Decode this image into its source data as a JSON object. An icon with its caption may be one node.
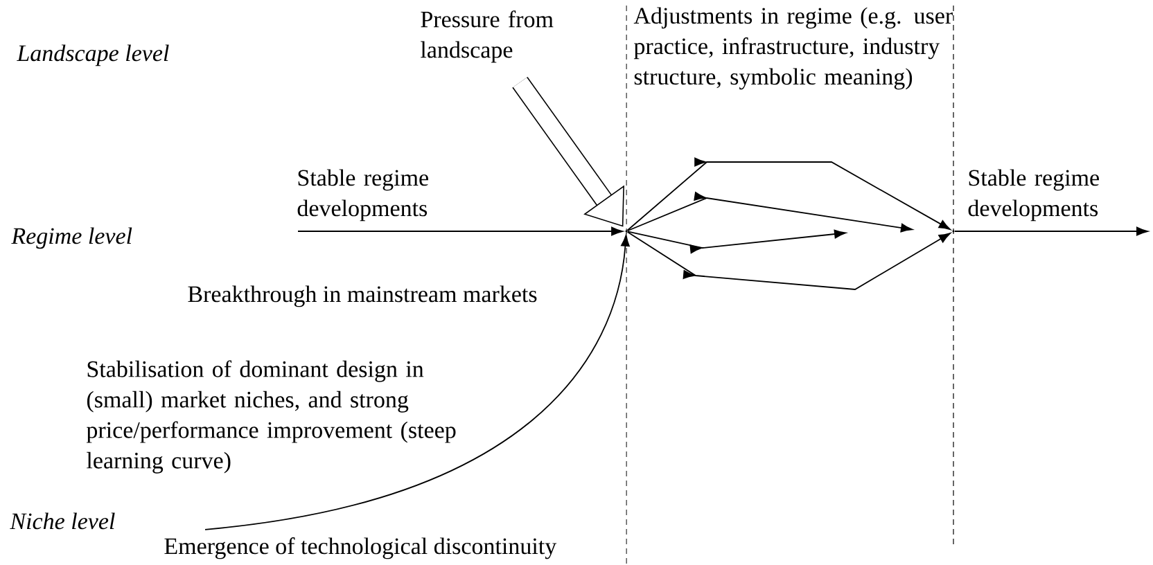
{
  "diagram": {
    "nodes": [
      {
        "text": [
          "Pressure from landscape"
        ]
      },
      {
        "text": [],
        "shape": "point"
      },
      {
        "text": [],
        "shape": "point"
      },
      {
        "text": [
          "Emergence of technological discontinuity"
        ]
      }
    ],
    "edges": [
      {
        "from": 0,
        "to": 1,
        "arrow": "to",
        "style": "thick"
      },
      {
        "from": null,
        "to": 1,
        "arrow": "to",
        "label": "Stable regime developments"
      },
      {
        "from": 3,
        "to": 1,
        "arrow": "to"
      },
      {
        "from": 1,
        "to": 2,
        "arrow": "to"
      },
      {
        "from": 1,
        "to": null,
        "arrow": "to"
      },
      {
        "from": 1,
        "to": null,
        "arrow": "to"
      },
      {
        "from": 1,
        "to": 2,
        "arrow": "to"
      },
      {
        "from": 2,
        "to": null,
        "arrow": "to",
        "label": "Stable regime developments"
      }
    ],
    "labels": [
      "Landscape level",
      "Adjustments in regime (e.g. user practice, infrastructure, industry structure, symbolic meaning)",
      "Regime level",
      "Breakthrough in mainstream markets",
      "Stabilisation of dominant design in (small) market niches, and strong price/performance improvement (steep learning curve)",
      "Niche level"
    ]
  }
}
